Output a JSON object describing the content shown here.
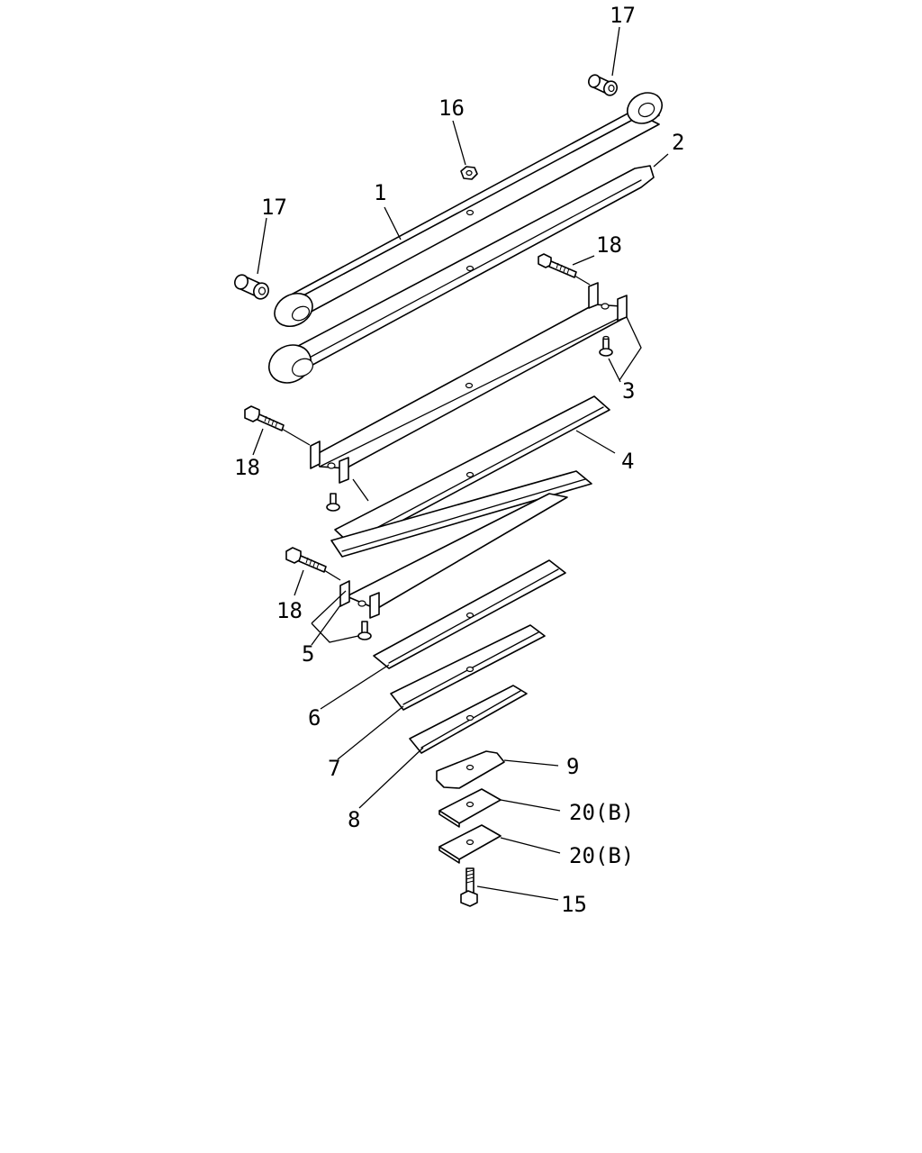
{
  "callouts": {
    "c1": "1",
    "c2": "2",
    "c3": "3",
    "c4": "4",
    "c5": "5",
    "c6": "6",
    "c7": "7",
    "c8": "8",
    "c9": "9",
    "c15": "15",
    "c16": "16",
    "c17_top": "17",
    "c17_left": "17",
    "c18_top": "18",
    "c18_mid": "18",
    "c18_low": "18",
    "c20_a": "20(B)",
    "c20_b": "20(B)"
  }
}
